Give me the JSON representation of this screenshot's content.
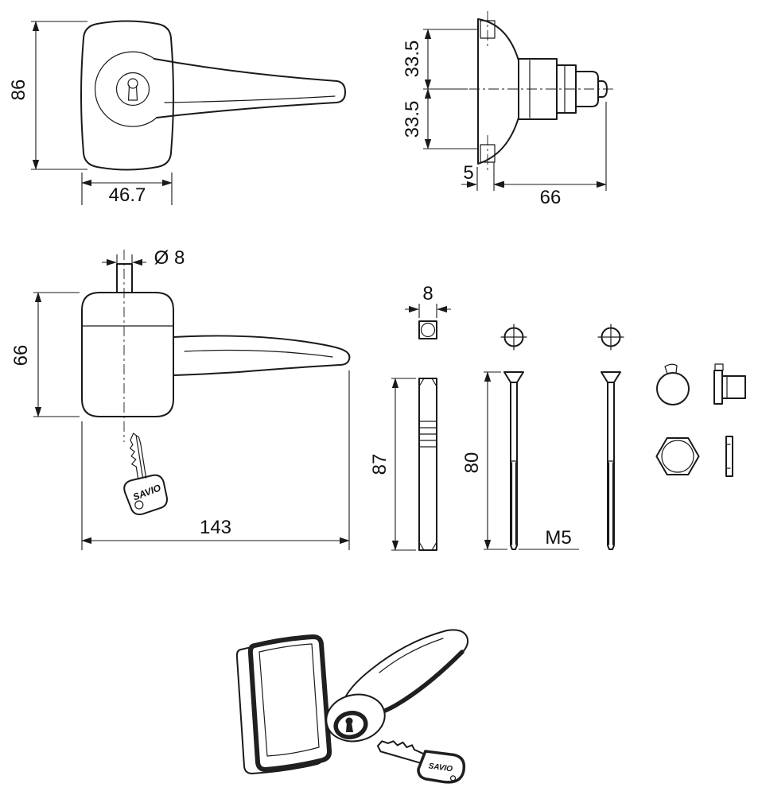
{
  "drawing": {
    "background": "#ffffff",
    "line_color": "#1a1a1a"
  },
  "front_view": {
    "height_dim": "86",
    "width_dim": "46.7"
  },
  "side_view": {
    "upper_dim": "33.5",
    "lower_dim": "33.5",
    "offset_dim": "5",
    "depth_dim": "66"
  },
  "top_view": {
    "spindle_dim": "Ø 8",
    "depth_dim": "66",
    "length_dim": "143",
    "key_logo": "SAVIO"
  },
  "hardware": {
    "rod_width_dim": "8",
    "rod_length_dim": "87",
    "screw_length_dim": "80",
    "screw_thread_dim": "M5"
  },
  "perspective_view": {
    "key_logo": "SAVIO"
  }
}
